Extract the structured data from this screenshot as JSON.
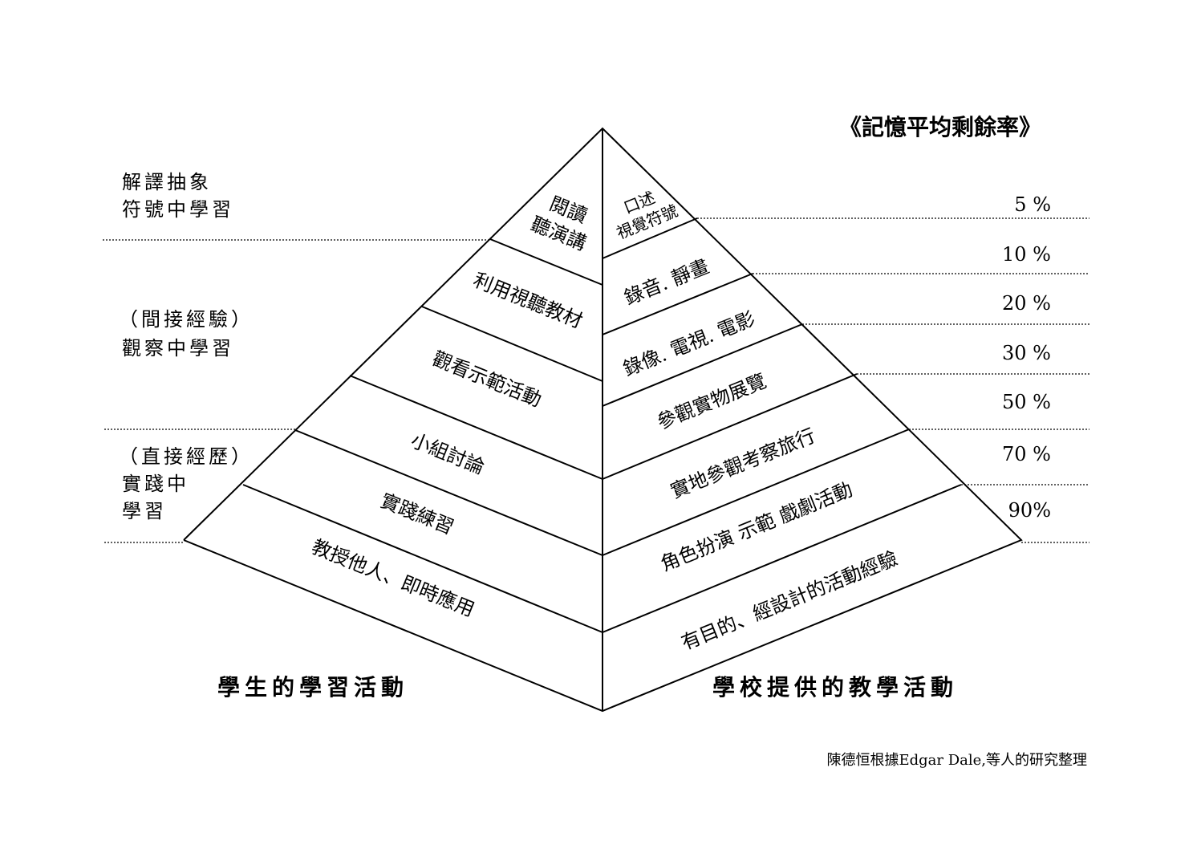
{
  "title": "《記憶平均剩餘率》",
  "left_labels": [
    {
      "lines": [
        "解譯抽象",
        "符號中學習"
      ]
    },
    {
      "lines": [
        "（間接經驗）",
        "觀察中學習"
      ]
    },
    {
      "lines": [
        "（直接經歷）",
        "實踐中",
        "學習"
      ]
    }
  ],
  "left_faces": [
    {
      "lines": [
        "閱讀",
        "聽演講"
      ]
    },
    {
      "lines": [
        "利用視聽教材"
      ]
    },
    {
      "lines": [
        "觀看示範活動"
      ]
    },
    {
      "lines": [
        "小組討論"
      ]
    },
    {
      "lines": [
        "實踐練習"
      ]
    },
    {
      "lines": [
        "教授他人、即時應用"
      ]
    }
  ],
  "right_faces": [
    {
      "lines": [
        "口述",
        "視覺符號"
      ]
    },
    {
      "lines": [
        "錄音.  靜畫"
      ]
    },
    {
      "lines": [
        "錄像.  電視.  電影"
      ]
    },
    {
      "lines": [
        "參觀實物展覽"
      ]
    },
    {
      "lines": [
        "實地參觀考察旅行"
      ]
    },
    {
      "lines": [
        "角色扮演  示範  戲劇活動"
      ]
    },
    {
      "lines": [
        "有目的、經設計的活動經驗"
      ]
    }
  ],
  "retention_rates": [
    "5 %",
    "10 %",
    "20 %",
    "30 %",
    "50 %",
    "70 %",
    "90%"
  ],
  "bottom_left": "學生的學習活動",
  "bottom_right": "學校提供的教學活動",
  "credit": "陳德恒根據Edgar Dale,等人的研究整理"
}
